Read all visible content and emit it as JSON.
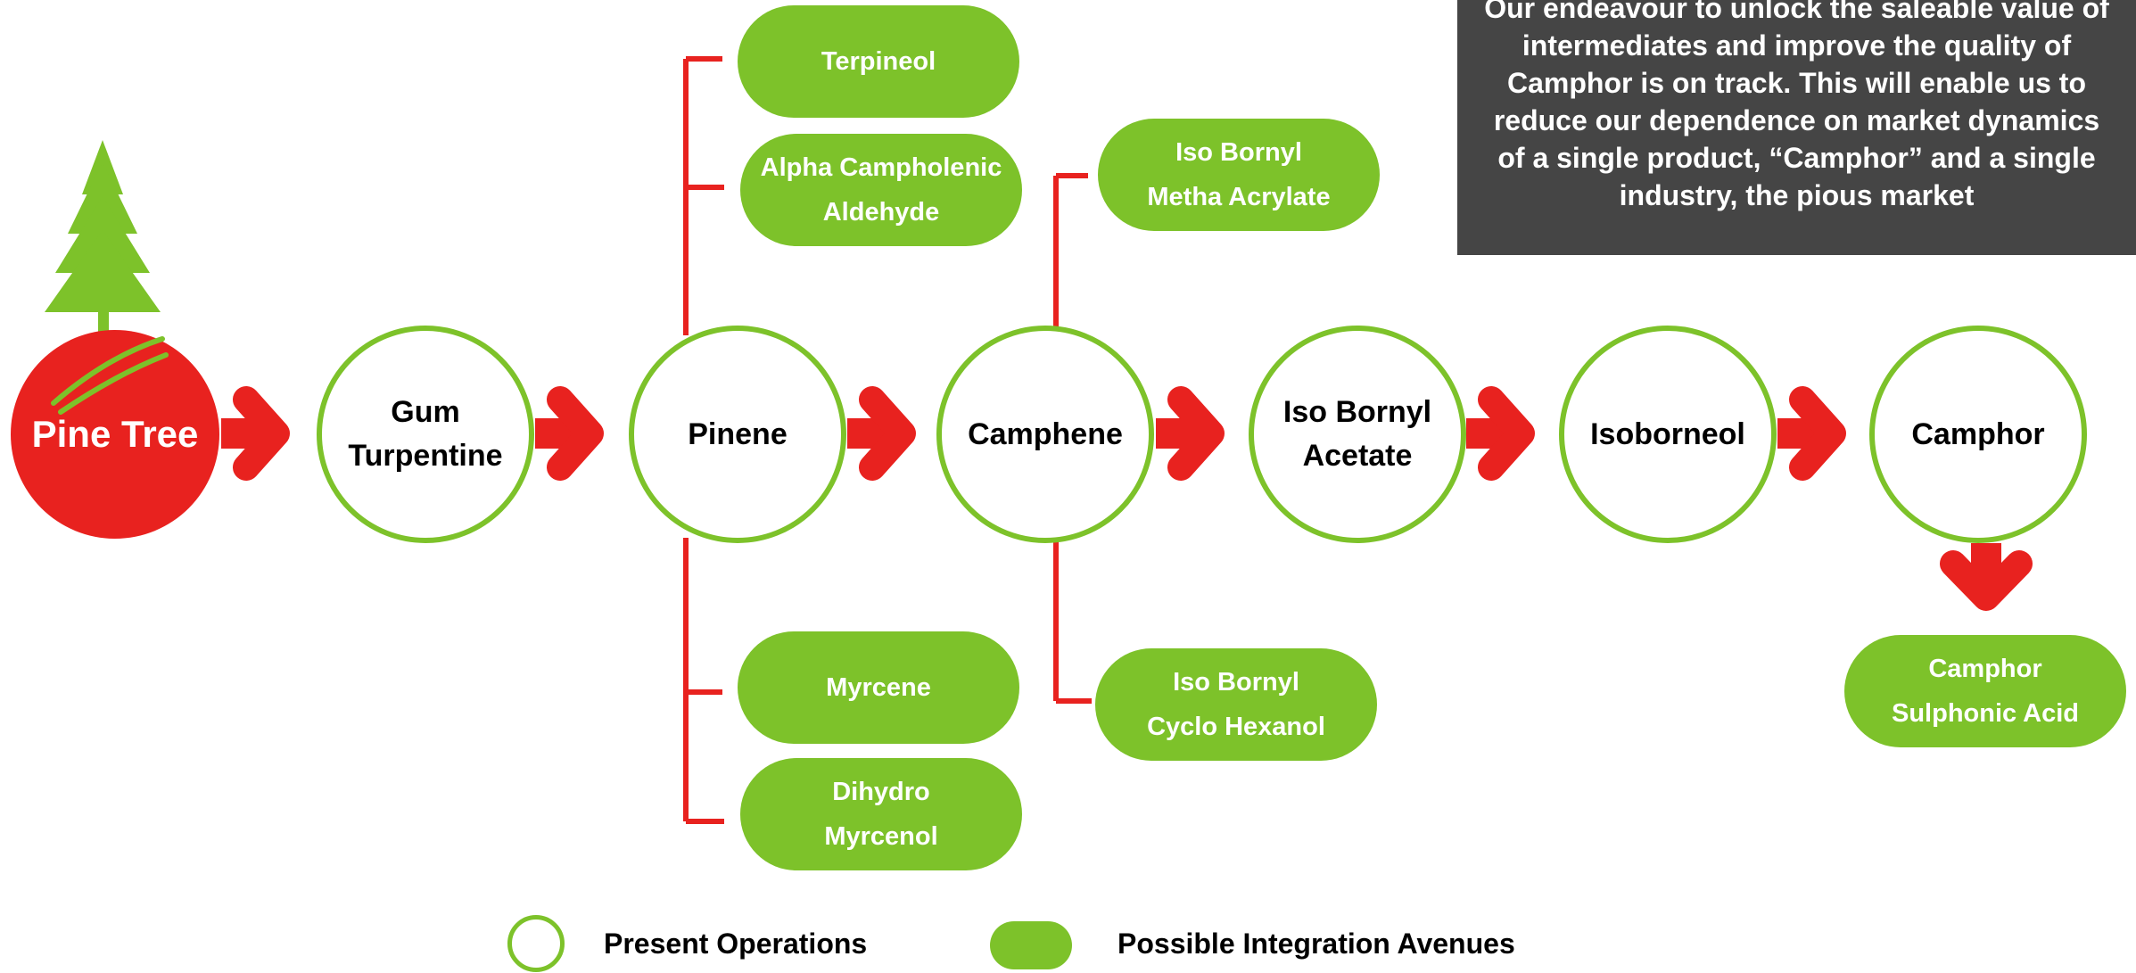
{
  "colors": {
    "accent_green": "#7dc22a",
    "arrow_red": "#e8221f",
    "callout_bg": "#454545"
  },
  "root": {
    "name": "Pine Tree",
    "icon": "pine-tree-icon"
  },
  "chain": [
    {
      "line1": "Gum",
      "line2": "Turpentine"
    },
    {
      "line1": "Pinene",
      "line2": ""
    },
    {
      "line1": "Camphene",
      "line2": ""
    },
    {
      "line1": "Iso Bornyl",
      "line2": "Acetate"
    },
    {
      "line1": "Isoborneol",
      "line2": ""
    },
    {
      "line1": "Camphor",
      "line2": ""
    }
  ],
  "branches": {
    "pinene": [
      {
        "line1": "Terpineol",
        "line2": ""
      },
      {
        "line1": "Alpha Campholenic",
        "line2": "Aldehyde"
      },
      {
        "line1": "Myrcene",
        "line2": ""
      },
      {
        "line1": "Dihydro",
        "line2": "Myrcenol"
      }
    ],
    "camphene": [
      {
        "line1": "Iso Bornyl",
        "line2": "Metha Acrylate"
      },
      {
        "line1": "Iso Bornyl",
        "line2": "Cyclo Hexanol"
      }
    ],
    "camphor": [
      {
        "line1": "Camphor",
        "line2": "Sulphonic Acid"
      }
    ]
  },
  "callout": {
    "line1": "Our endeavour to unlock the saleable value of",
    "line2": "intermediates and improve the quality of",
    "line3": "Camphor is on track. This will enable us to",
    "line4": "reduce our dependence on market dynamics",
    "line5": "of a single product, “Camphor” and a single",
    "line6": "industry, the pious market"
  },
  "legend": {
    "present": "Present Operations",
    "possible": "Possible Integration Avenues"
  }
}
